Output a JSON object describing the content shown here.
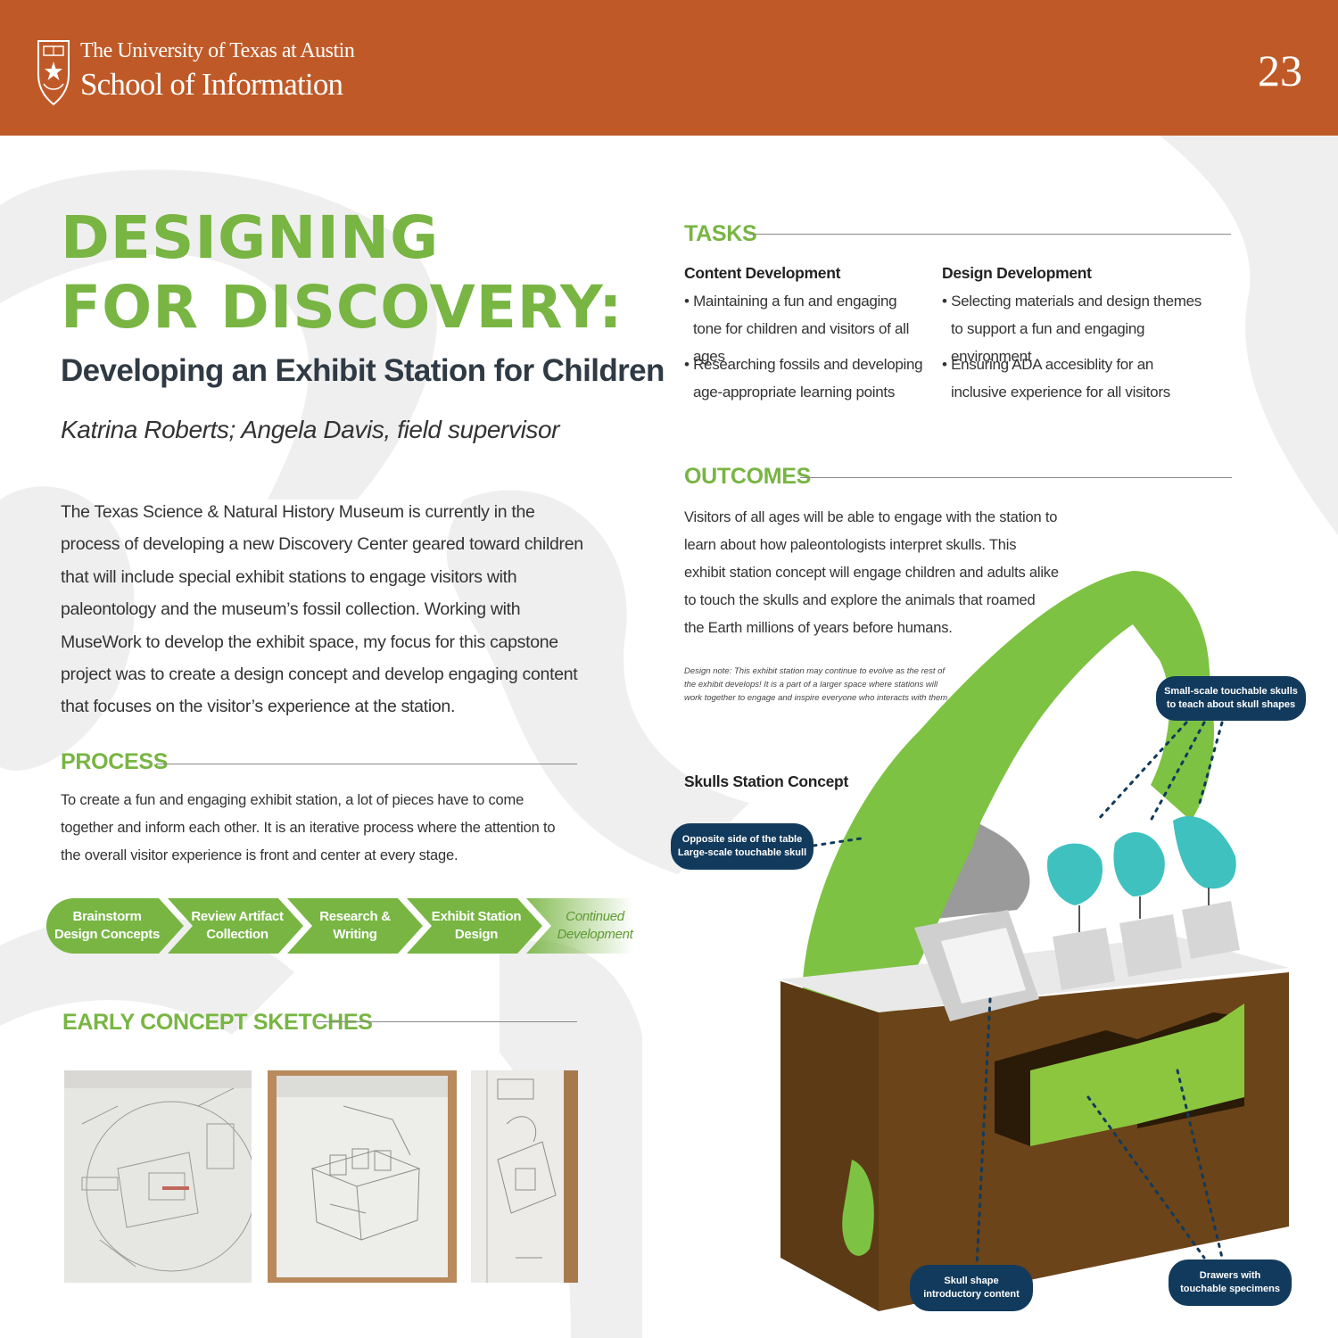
{
  "header": {
    "university": "The University of Texas at Austin",
    "school": "School of Information",
    "page_number": "23"
  },
  "title_line1": "DESIGNING",
  "title_line2": "FOR DISCOVERY:",
  "subtitle": "Developing an Exhibit Station for Children",
  "authors": "Katrina Roberts; Angela Davis, field supervisor",
  "intro": "The Texas Science & Natural History Museum is currently in the process of developing a new Discovery Center geared toward children that will include special exhibit stations to engage visitors with paleontology and the museum’s fossil collection. Working with MuseWork to develop the exhibit space, my focus for this capstone project was to create a design concept and develop engaging content that focuses on the visitor’s experience at the station.",
  "process": {
    "heading": "PROCESS",
    "text": "To create a fun and engaging exhibit station, a lot of pieces have to come together and inform each other. It is an iterative process where the attention to the overall visitor experience is front and center at every stage.",
    "steps": [
      "Brainstorm\nDesign Concepts",
      "Review Artifact\nCollection",
      "Research &\nWriting",
      "Exhibit Station\nDesign",
      "Continued\nDevelopment"
    ]
  },
  "sketches": {
    "heading": "EARLY CONCEPT SKETCHES"
  },
  "tasks": {
    "heading": "TASKS",
    "content_heading": "Content Development",
    "content_items": [
      "• Maintaining a fun and engaging tone for children and visitors of all ages",
      "• Researching fossils and developing age-appropriate learning points"
    ],
    "design_heading": "Design Development",
    "design_items": [
      "• Selecting materials and design themes to support a fun and engaging environment",
      "• Ensuring ADA accesiblity for an inclusive experience for all visitors"
    ]
  },
  "outcomes": {
    "heading": "OUTCOMES",
    "text": "Visitors of all ages will be able to engage with the station to learn about how paleontologists interpret skulls. This exhibit station concept will engage children and adults alike to touch the skulls and explore the animals that roamed the Earth millions of years before humans.",
    "note": "Design note: This exhibit station may continue to evolve as the rest of the exhibit develops! It is a part of a larger space where stations will work together to engage and inspire everyone who interacts with them."
  },
  "concept": {
    "heading": "Skulls Station Concept",
    "callouts": {
      "small_skulls": "Small-scale touchable skulls\nto teach about skull shapes",
      "opposite_side": "Opposite side of the table\nLarge-scale touchable skull",
      "skull_shape": "Skull shape\nintroductory content",
      "drawers": "Drawers with\ntouchable specimens"
    }
  },
  "colors": {
    "header": "#bf5a28",
    "green": "#78b543",
    "navy": "#123a5c",
    "brown": "#6b4419",
    "teal": "#3fc1c0"
  }
}
